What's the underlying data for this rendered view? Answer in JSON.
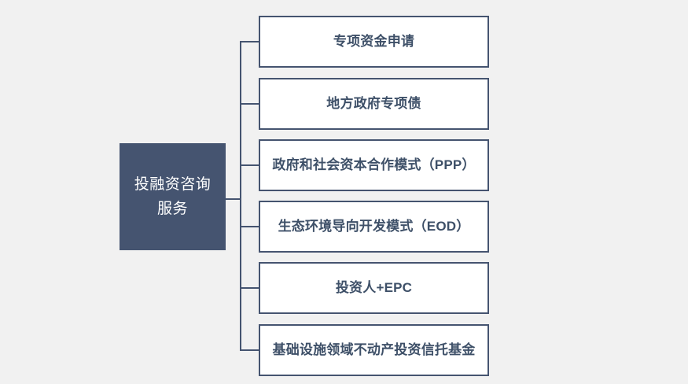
{
  "diagram": {
    "type": "tree",
    "background_color": "#f1f1f1",
    "accent_color": "#455470",
    "text_color": "#3e5068",
    "root": {
      "label": "投融资咨询\n服务",
      "text_color": "#ffffff",
      "fill_color": "#455470"
    },
    "children": [
      {
        "label": "专项资金申请"
      },
      {
        "label": "地方政府专项债"
      },
      {
        "label": "政府和社会资本合作模式（PPP）"
      },
      {
        "label": "生态环境导向开发模式（EOD）"
      },
      {
        "label": "投资人+EPC"
      },
      {
        "label": "基础设施领域不动产投资信托基金"
      }
    ]
  }
}
